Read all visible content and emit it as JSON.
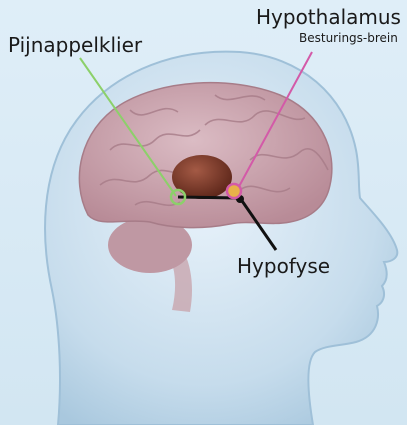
{
  "labels": {
    "pineal": "Pijnappelklier",
    "hypothalamus": "Hypothalamus",
    "hypothalamus_sub": "Besturings-brein",
    "pituitary": "Hypofyse"
  },
  "colors": {
    "background": "#dcebf5",
    "head": "#bcd7ea",
    "brain": "#c9a2ad",
    "thalamus": "#7a3a2c",
    "pineal_marker": "#8cd06a",
    "hypothalamus_marker": "#d35aa8",
    "pituitary_line": "#111111"
  }
}
